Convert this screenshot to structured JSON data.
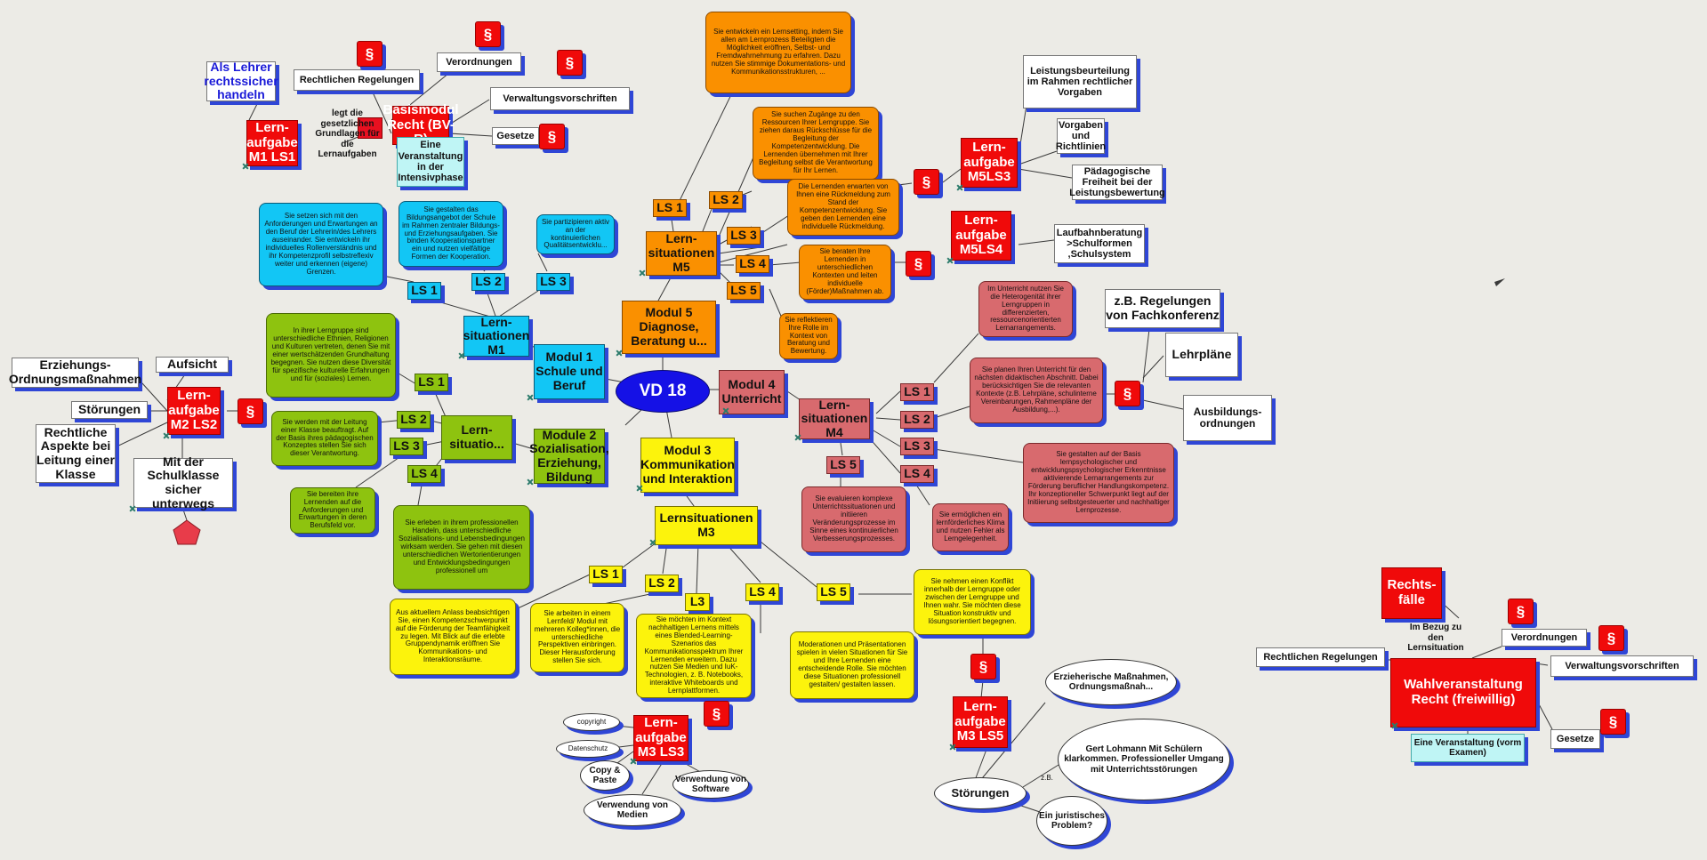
{
  "colors": {
    "red": "#f00a0a",
    "blue": "#12c6f5",
    "green": "#8ec30f",
    "orange": "#fa9000",
    "pink": "#d86a6e",
    "yellow": "#fcf30c",
    "center": "#1511e6",
    "shadow": "#2f46d6"
  },
  "paragraph_symbol": "§",
  "center": "VD 18",
  "m1": {
    "modul": "Modul 1 Schule und Beruf",
    "ls_title": "Lern-situationen M1",
    "ls1": "LS 1",
    "ls2": "LS 2",
    "ls3": "LS 3",
    "t1": "Sie setzen sich mit den Anforderungen und Erwartungen an den Beruf der Lehrerin/des Lehrers auseinander. Sie entwickeln ihr individuelles Rollenverständnis und ihr Kompetenzprofil selbstreflexiv weiter und erkennen (eigene) Grenzen.",
    "t2": "Sie gestalten das Bildungsangebot der Schule im Rahmen zentraler Bildungs- und Erziehungsaufgaben. Sie binden Kooperationspartner ein und nutzen vielfältige Formen der Kooperation.",
    "t3": "Sie partizipieren aktiv an der kontinuierlichen Qualitätsentwicklu..."
  },
  "m2": {
    "modul": "Module 2 Sozialisation, Erziehung, Bildung",
    "ls_title": "Lern-situatio...",
    "ls1": "LS 1",
    "ls2": "LS 2",
    "ls3": "LS 3",
    "ls4": "LS 4",
    "t1": "In ihrer Lerngruppe sind unterschiedliche Ethnien, Religionen und Kulturen vertreten, denen Sie mit einer wertschätzenden Grundhaltung begegnen. Sie nutzen diese Diversität für spezifische kulturelle Erfahrungen und für (soziales) Lernen.",
    "t2": "Sie werden mit der Leitung einer Klasse beauftragt. Auf der Basis ihres pädagogischen Konzeptes stellen Sie sich dieser Verantwortung.",
    "t3": "Sie bereiten ihre Lernenden auf die Anforderungen und Erwartungen in deren Berufsfeld vor.",
    "t4": "Sie erleben in ihrem professionellen Handeln, dass unterschiedliche Sozialisations- und Lebensbedingungen wirksam werden. Sie gehen mit diesen unterschiedlichen Wertorientierungen und Entwicklungsbedingungen professionell um",
    "aufgabe": "Lern-aufgabe M2 LS2",
    "erz": "Erziehungs-Ordnungsmaßnahmen",
    "aufsicht": "Aufsicht",
    "stoerungen": "Störungen",
    "rechtlich": "Rechtliche Aspekte bei Leitung einer Klasse",
    "mit": "Mit der Schulklasse sicher unterwegs"
  },
  "recht": {
    "als": "Als Lehrer rechtssicher handeln",
    "aufgabe": "Lern-aufgabe M1 LS1",
    "regelungen": "Rechtlichen Regelungen",
    "verordnungen": "Verordnungen",
    "verwaltung": "Verwaltungsvorschriften",
    "gesetze": "Gesetze",
    "basis": "Basismodul Recht (BV-R)",
    "legt": "legt die gesetzlichen Grundlagen für die Lernaufgaben",
    "eine": "Eine Veranstaltung in der Intensivphase"
  },
  "m3": {
    "modul": "Modul 3 Kommunikation und Interaktion",
    "ls_title": "Lernsituationen M3",
    "ls1": "LS 1",
    "ls2": "LS 2",
    "l3": "L3",
    "ls4": "LS 4",
    "ls5": "LS 5",
    "t1": "Aus aktuellem Anlass beabsichtigen Sie, einen Kompetenzschwerpunkt auf die Förderung der Teamfähigkeit zu legen. Mit Blick auf die erlebte Gruppendynamik eröffnen Sie Kommunikations- und Interaktionsräume.",
    "t2": "Sie arbeiten in einem Lernfeld/ Modul mit mehreren Kolleg*innen, die unterschiedliche Perspektiven einbringen. Dieser Herausforderung stellen Sie sich.",
    "t3": "Sie möchten im Kontext nachhaltigen Lernens mittels eines Blended-Learning-Szenarios das Kommunikationsspektrum Ihrer Lernenden erweitern. Dazu nutzen Sie Medien und IuK-Technologien, z. B. Notebooks, interaktive Whiteboards und Lernplattformen.",
    "t4": "Moderationen und Präsentationen spielen in vielen Situationen für Sie und Ihre Lernenden eine entscheidende Rolle. Sie möchten diese Situationen professionell gestalten/ gestalten lassen.",
    "t5": "Sie nehmen einen Konflikt innerhalb der Lerngruppe oder zwischen der Lerngruppe und Ihnen wahr. Sie möchten diese Situation konstruktiv und lösungsorientiert begegnen.",
    "a3": "Lern-aufgabe M3 LS3",
    "a5": "Lern-aufgabe M3 LS5",
    "copyright": "copyright",
    "datenschutz": "Datenschutz",
    "copy": "Copy & Paste",
    "software": "Verwendung von Software",
    "medien": "Verwendung von Medien",
    "stoerungen": "Störungen",
    "erz": "Erzieherische Maßnahmen, Ordnungsmaßnah...",
    "gert": "Gert Lohmann Mit Schülern klarkommen. Professioneller Umgang mit Unterrichtsstörungen",
    "jur": "Ein juristisches Problem?",
    "zb": "z.B."
  },
  "m4": {
    "modul": "Modul 4 Unterricht",
    "ls_title": "Lern-situationen M4",
    "ls1": "LS 1",
    "ls2": "LS 2",
    "ls3": "LS 3",
    "ls4": "LS 4",
    "ls5": "LS 5",
    "t1": "Im Unterricht nutzen Sie die Heterogenität ihrer Lerngruppen in differenzierten, ressourcenorientierten Lernarrangements.",
    "t2": "Sie planen Ihren Unterricht für den nächsten didaktischen Abschnitt. Dabei berücksichtigen Sie die relevanten Kontexte (z.B. Lehrpläne, schulinterne Vereinbarungen, Rahmenpläne der Ausbildung,...).",
    "t3": "Sie gestalten auf der Basis lernpsychologischer und entwicklungspsychologischer Erkenntnisse aktivierende Lernarrangements zur Förderung beruflicher Handlungskompetenz. Ihr konzeptioneller Schwerpunkt liegt auf der Initiierung selbstgesteuerter und nachhaltiger Lernprozesse.",
    "t4": "Sie ermöglichen ein lernförderliches Klima und nutzen Fehler als Lerngelegenheit.",
    "t5": "Sie evaluieren komplexe Unterrichtssituationen und initiieren Veränderungsprozesse im Sinne eines kontinuierlichen Verbesserungsprozesses.",
    "zb": "z.B. Regelungen von Fachkonferenz",
    "lehr": "Lehrpläne",
    "ausb": "Ausbildungs-ordnungen"
  },
  "m5": {
    "modul": "Modul 5 Diagnose, Beratung u...",
    "ls_title": "Lern-situationen M5",
    "ls1": "LS 1",
    "ls2": "LS 2",
    "ls3": "LS 3",
    "ls4": "LS 4",
    "ls5": "LS 5",
    "t1": "Sie entwickeln ein Lernsetting, indem Sie allen am Lernprozess Beteiligten die Möglichkeit eröffnen, Selbst- und Fremdwahrnehmung zu erfahren. Dazu nutzen Sie stimmige Dokumentations- und Kommunikationsstrukturen, ...",
    "t2": "Sie suchen Zugänge zu den Ressourcen Ihrer Lerngruppe. Sie ziehen daraus Rückschlüsse für die Begleitung der Kompetenzentwicklung. Die Lernenden übernehmen mit Ihrer Begleitung selbst die Verantwortung für Ihr Lernen.",
    "t3": "Die Lernenden erwarten von Ihnen eine Rückmeldung zum Stand der Kompetenzentwicklung. Sie geben den Lernenden eine individuelle Rückmeldung.",
    "t4": "Sie beraten Ihre Lernenden in unterschiedlichen Kontexten und leiten individuelle (Förder)Maßnahmen ab.",
    "t5": "Sie reflektieren Ihre Rolle im Kontext von Beratung und Bewertung.",
    "a3": "Lern-aufgabe M5LS3",
    "a4": "Lern-aufgabe M5LS4",
    "leist": "Leistungsbeurteilung im Rahmen rechtlicher Vorgaben",
    "vorgaben": "Vorgaben und Richtlinien",
    "paed": "Pädagogische Freiheit bei der Leistungsbewertung",
    "laufbahn": "Laufbahnberatung >Schulformen ,Schulsystem"
  },
  "wahl": {
    "rechtsfaelle": "Rechts-fälle",
    "bezug": "Im Bezug zu den Lernsituation",
    "regelungen": "Rechtlichen Regelungen",
    "verordnungen": "Verordnungen",
    "verwaltung": "Verwaltungsvorschriften",
    "gesetze": "Gesetze",
    "wahlv": "Wahlveranstaltung Recht (freiwillig)",
    "eine": "Eine Veranstaltung (vorm Examen)"
  }
}
